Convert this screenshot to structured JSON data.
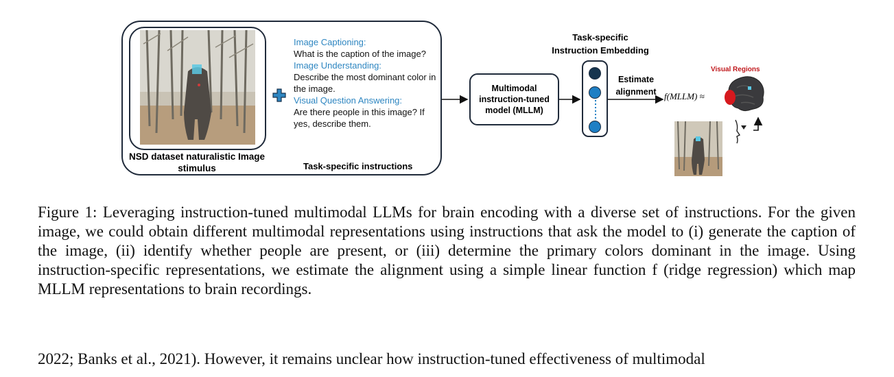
{
  "figure": {
    "stimulus_label": "NSD dataset naturalistic Image stimulus",
    "instructions": [
      {
        "heading": "Image Captioning:",
        "question": "What is the caption of the image?"
      },
      {
        "heading": "Image Understanding:",
        "question": "Describe the most dominant color in the image."
      },
      {
        "heading": "Visual Question Answering:",
        "question": "Are there people in this image? If yes, describe them."
      }
    ],
    "task_label": "Task-specific instructions",
    "model_label": "Multimodal instruction-tuned model (MLLM)",
    "embedding_title_line1": "Task-specific",
    "embedding_title_line2": "Instruction Embedding",
    "estimate_label": "Estimate alignment",
    "formula": "f(MLLM) ≈",
    "visual_regions_label": "Visual Regions"
  },
  "caption": {
    "text": "Figure 1: Leveraging instruction-tuned multimodal LLMs for brain encoding with a diverse set of instructions. For the given image, we could obtain different multimodal representations using instructions that ask the model to (i) generate the caption of the image, (ii) identify whether people are present, or (iii) determine the primary colors dominant in the image. Using instruction-specific representations, we estimate the alignment using a simple linear function f (ridge regression) which map MLLM representations to brain recordings."
  },
  "body_text": {
    "partial_line": "2022; Banks et al., 2021). However, it remains unclear how instruction-tuned effectiveness of multimodal"
  },
  "colors": {
    "accent_blue": "#2e86c1",
    "box_stroke": "#1f2a3a",
    "dot_fill": "#1e7fc4",
    "dot_fill_dark": "#16354f",
    "region_red": "#c0181c"
  }
}
